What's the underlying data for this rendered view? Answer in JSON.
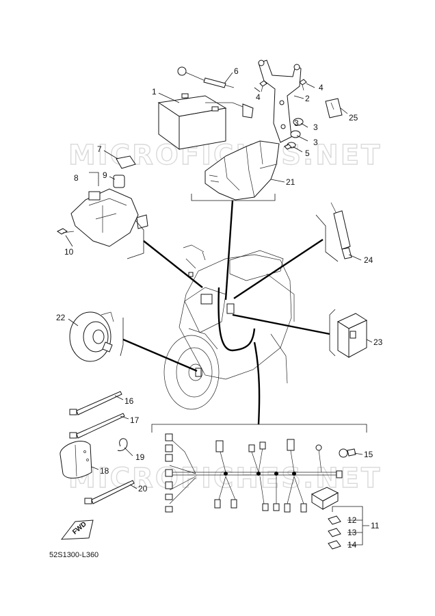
{
  "diagram": {
    "watermark": "MICROFICHES.NET",
    "catalog_code": "52S1300-L360",
    "fwd_label": "FWD",
    "callouts": [
      "1",
      "2",
      "3",
      "3",
      "3",
      "4",
      "4",
      "5",
      "6",
      "7",
      "8",
      "9",
      "10",
      "11",
      "12",
      "13",
      "14",
      "15",
      "16",
      "17",
      "18",
      "19",
      "20",
      "21",
      "22",
      "23",
      "24",
      "25"
    ]
  }
}
